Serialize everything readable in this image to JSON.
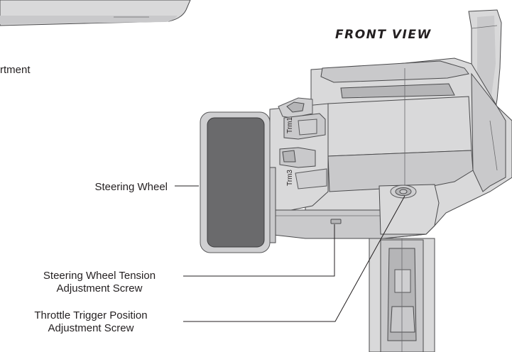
{
  "diagram": {
    "title": "FRONT VIEW",
    "partial_label": "rtment",
    "labels": {
      "steering_wheel": "Steering Wheel",
      "tension_line1": "Steering Wheel Tension",
      "tension_line2": "Adjustment Screw",
      "throttle_line1": "Throttle Trigger Position",
      "throttle_line2": "Adjustment Screw"
    },
    "trim_labels": {
      "trim1": "Trm1",
      "trim3": "Trm3"
    }
  }
}
